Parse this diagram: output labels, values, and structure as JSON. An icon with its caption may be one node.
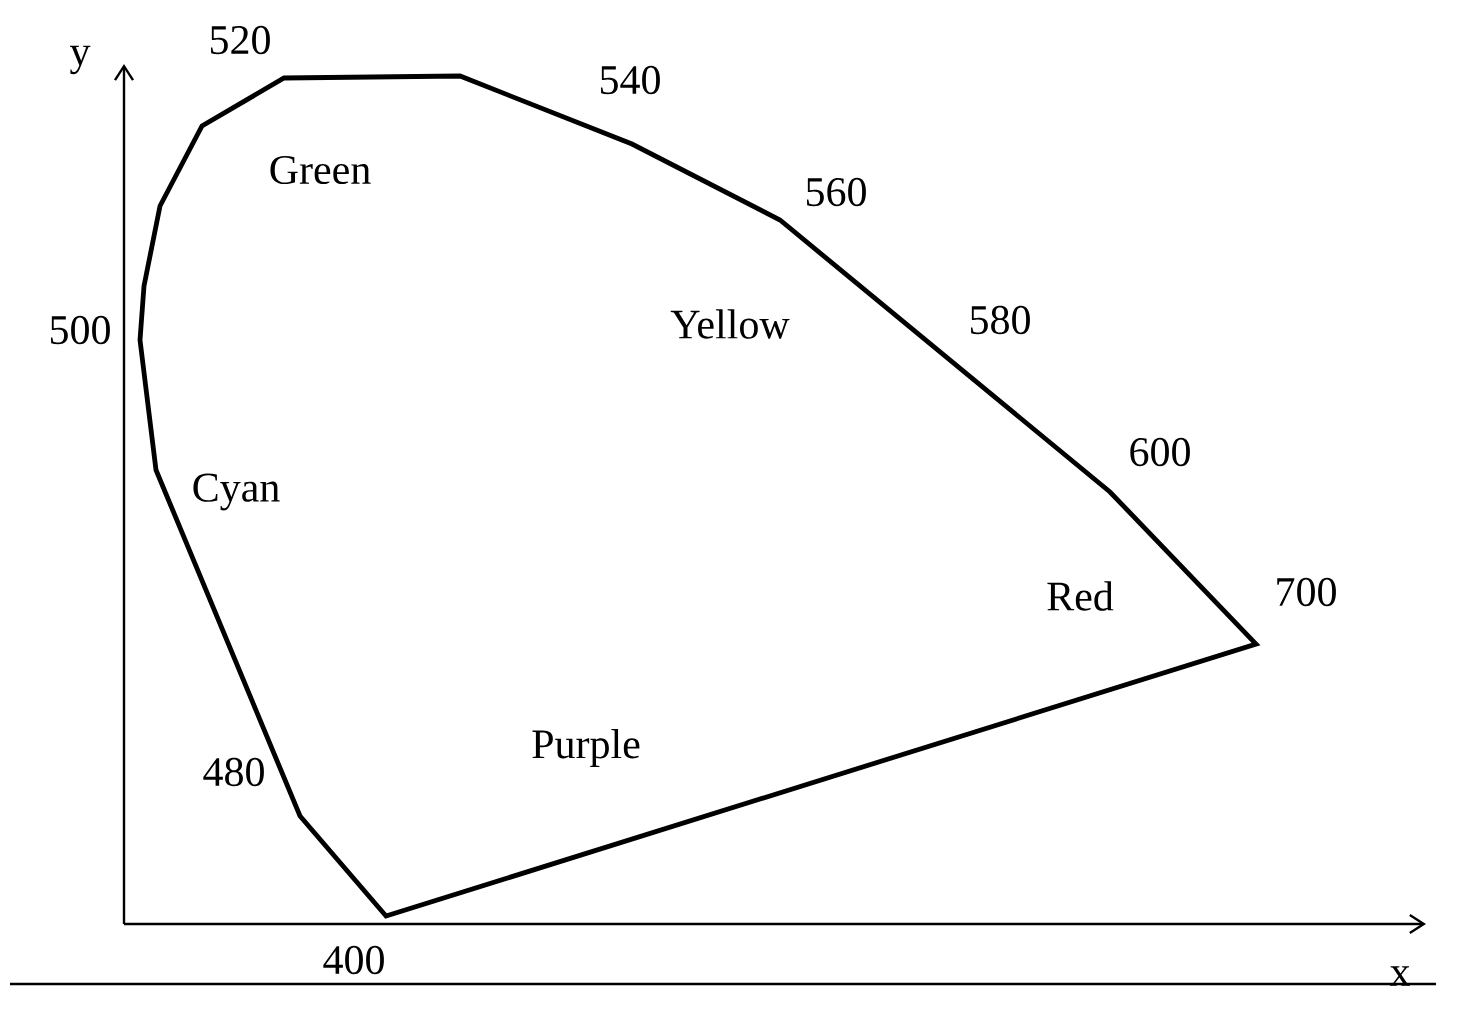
{
  "diagram": {
    "labels": [
      "y",
      "520",
      "540",
      "Green",
      "560",
      "Yellow",
      "580",
      "500",
      "Cyan",
      "600",
      "700",
      "Red",
      "Purple",
      "480",
      "400",
      "x"
    ]
  }
}
